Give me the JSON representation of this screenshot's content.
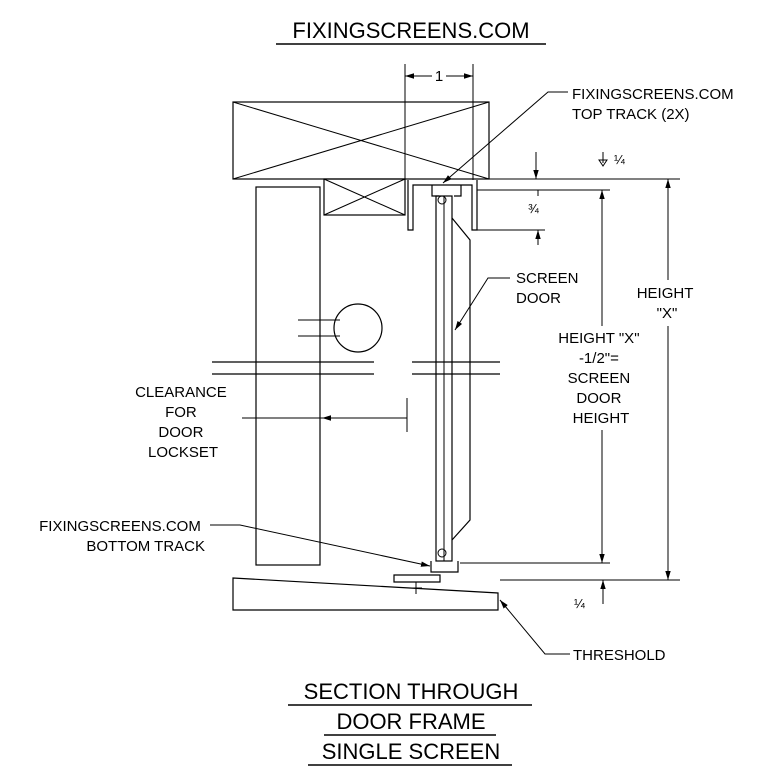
{
  "title": "FIXINGSCREENS.COM",
  "labels": {
    "top_track_line1": "FIXINGSCREENS.COM",
    "top_track_line2": "TOP TRACK (2X)",
    "screen_door_line1": "SCREEN",
    "screen_door_line2": "DOOR",
    "height_x_line1": "HEIGHT",
    "height_x_line2": "\"X\"",
    "screen_height_line1": "HEIGHT \"X\"",
    "screen_height_line2": "-1/2\"=",
    "screen_height_line3": "SCREEN",
    "screen_height_line4": "DOOR",
    "screen_height_line5": "HEIGHT",
    "clearance_line1": "CLEARANCE",
    "clearance_line2": "FOR",
    "clearance_line3": "DOOR",
    "clearance_line4": "LOCKSET",
    "bottom_track_line1": "FIXINGSCREENS.COM",
    "bottom_track_line2": "BOTTOM TRACK",
    "threshold": "THRESHOLD"
  },
  "dimensions": {
    "top_width": "1",
    "top_gap": "¼",
    "track_depth": "¾",
    "bottom_gap": "¼"
  },
  "caption": {
    "line1": "SECTION THROUGH",
    "line2": "DOOR FRAME",
    "line3": "SINGLE SCREEN"
  }
}
